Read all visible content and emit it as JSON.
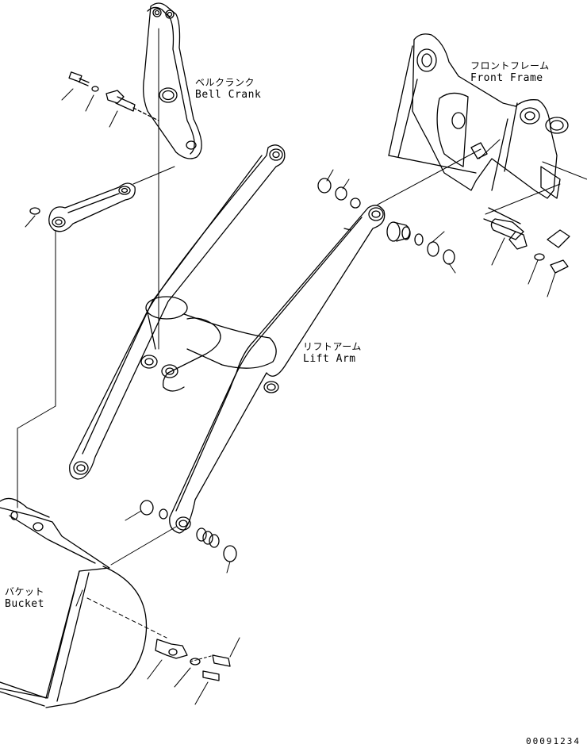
{
  "labels": {
    "bell_crank": {
      "jp": "ベルクランク",
      "en": "Bell Crank"
    },
    "front_frame": {
      "jp": "フロントフレーム",
      "en": "Front Frame"
    },
    "lift_arm": {
      "jp": "リフトアーム",
      "en": "Lift Arm"
    },
    "bucket": {
      "jp": "バケット",
      "en": "Bucket"
    }
  },
  "drawing_number": "00091234"
}
